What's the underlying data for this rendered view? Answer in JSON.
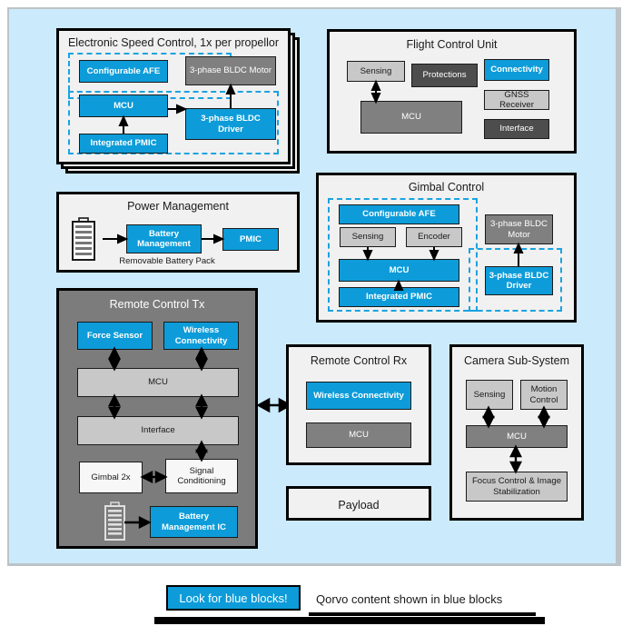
{
  "diagram": {
    "title_visible": false,
    "colors": {
      "qorvo_blue": "#0d9cd9",
      "canvas_blue": "#cbeafc",
      "panel_grey": "#f1f1f1",
      "dark_panel": "#7c7c7c",
      "grey_light": "#c8c8c8",
      "grey_mid": "#808080",
      "grey_dark": "#4d4d4d"
    }
  },
  "groups": {
    "esc": {
      "title": "Electronic Speed Control, 1x per propellor",
      "blocks": [
        {
          "label": "Configurable AFE",
          "style": "blue"
        },
        {
          "label": "MCU",
          "style": "blue"
        },
        {
          "label": "Integrated PMIC",
          "style": "blue"
        },
        {
          "label": "3-phase BLDC Motor",
          "style": "grey-m"
        },
        {
          "label": "3-phase BLDC Driver",
          "style": "blue"
        }
      ]
    },
    "fcu": {
      "title": "Flight Control Unit",
      "blocks": [
        {
          "label": "Sensing",
          "style": "grey-l"
        },
        {
          "label": "Protections",
          "style": "grey-d"
        },
        {
          "label": "Connectivity",
          "style": "blue"
        },
        {
          "label": "MCU",
          "style": "grey-m"
        },
        {
          "label": "GNSS Receiver",
          "style": "grey-l"
        },
        {
          "label": "Interface",
          "style": "grey-d"
        }
      ]
    },
    "power": {
      "title": "Power Management",
      "caption": "Removable Battery Pack",
      "blocks": [
        {
          "label": "Battery Management",
          "style": "blue"
        },
        {
          "label": "PMIC",
          "style": "blue"
        }
      ]
    },
    "gimbal": {
      "title": "Gimbal Control",
      "blocks": [
        {
          "label": "Configurable AFE",
          "style": "blue"
        },
        {
          "label": "Sensing",
          "style": "grey-l"
        },
        {
          "label": "Encoder",
          "style": "grey-l"
        },
        {
          "label": "MCU",
          "style": "blue"
        },
        {
          "label": "Integrated PMIC",
          "style": "blue"
        },
        {
          "label": "3-phase BLDC Motor",
          "style": "grey-m"
        },
        {
          "label": "3-phase BLDC Driver",
          "style": "blue"
        }
      ]
    },
    "rc_tx": {
      "title": "Remote Control Tx",
      "blocks": [
        {
          "label": "Force Sensor",
          "style": "blue"
        },
        {
          "label": "Wireless Connectivity",
          "style": "blue"
        },
        {
          "label": "MCU",
          "style": "grey-l"
        },
        {
          "label": "Interface",
          "style": "grey-l"
        },
        {
          "label": "Gimbal 2x",
          "style": "white"
        },
        {
          "label": "Signal Conditioning",
          "style": "white"
        },
        {
          "label": "Battery Management IC",
          "style": "blue"
        }
      ]
    },
    "rc_rx": {
      "title": "Remote Control Rx",
      "blocks": [
        {
          "label": "Wireless Connectivity",
          "style": "blue"
        },
        {
          "label": "MCU",
          "style": "grey-m"
        }
      ]
    },
    "camera": {
      "title": "Camera Sub-System",
      "blocks": [
        {
          "label": "Sensing",
          "style": "grey-l"
        },
        {
          "label": "Motion Control",
          "style": "grey-l"
        },
        {
          "label": "MCU",
          "style": "grey-m"
        },
        {
          "label": "Focus Control & Image Stabilization",
          "style": "grey-l"
        }
      ]
    },
    "payload": {
      "title": "Payload"
    }
  },
  "legend": {
    "chip_label": "Look for blue blocks!",
    "note": "Qorvo content shown in blue blocks"
  }
}
